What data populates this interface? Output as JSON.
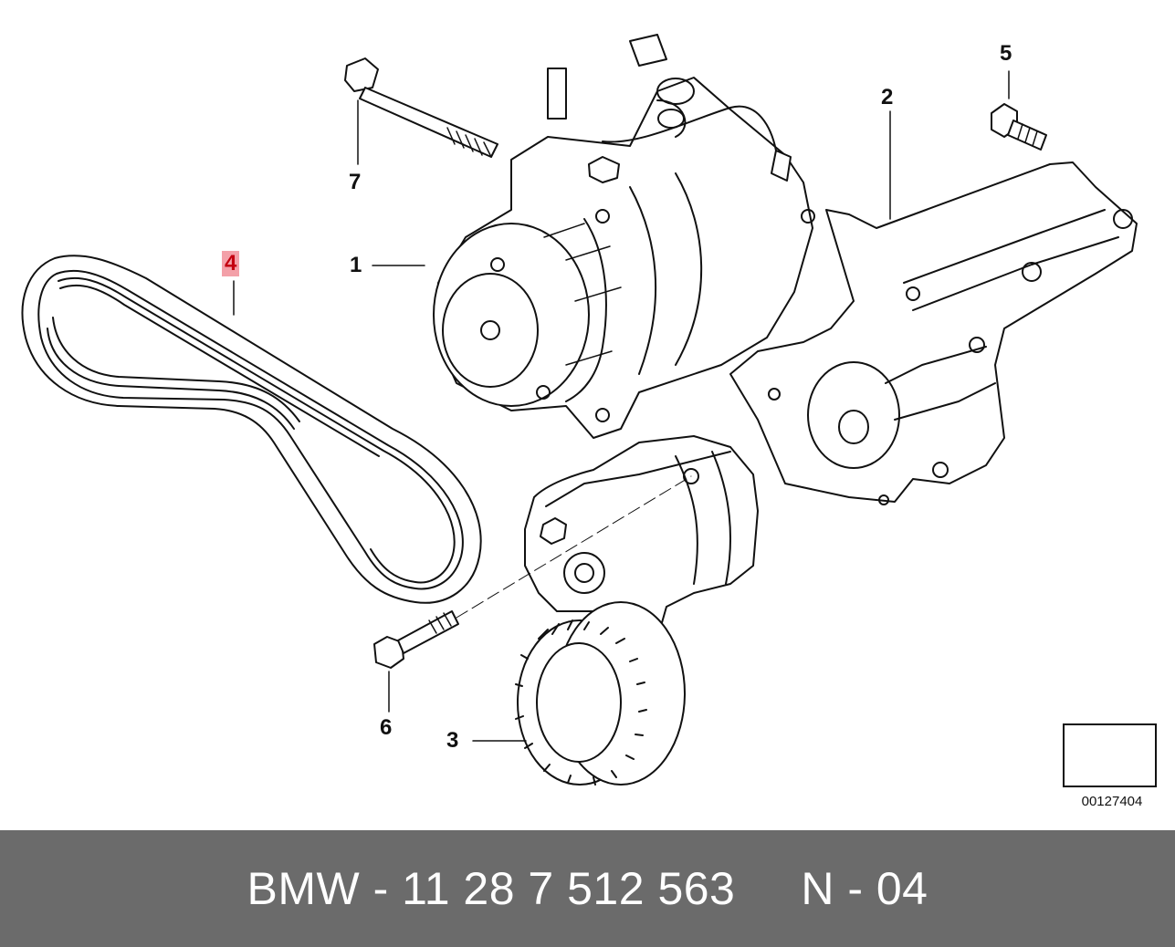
{
  "callouts": [
    {
      "id": "1",
      "label": "1"
    },
    {
      "id": "2",
      "label": "2"
    },
    {
      "id": "3",
      "label": "3"
    },
    {
      "id": "4",
      "label": "4",
      "highlighted": true
    },
    {
      "id": "5",
      "label": "5"
    },
    {
      "id": "6",
      "label": "6"
    },
    {
      "id": "7",
      "label": "7"
    }
  ],
  "parts": [
    {
      "callout": "1",
      "icon": "ac-compressor-icon"
    },
    {
      "callout": "2",
      "icon": "mounting-bracket-icon"
    },
    {
      "callout": "3",
      "icon": "belt-tensioner-icon"
    },
    {
      "callout": "4",
      "icon": "ribbed-v-belt-icon"
    },
    {
      "callout": "5",
      "icon": "hex-bolt-short-icon"
    },
    {
      "callout": "6",
      "icon": "hex-bolt-medium-icon"
    },
    {
      "callout": "7",
      "icon": "hex-bolt-long-icon"
    }
  ],
  "reference": {
    "number": "00127404",
    "icon": "direction-arrow-icon"
  },
  "footer": {
    "text": "BMW - 11 28 7 512 563     N - 04"
  },
  "colors": {
    "highlight_bg": "#f3a0a8",
    "highlight_text": "#c40010",
    "footer_bg": "#6b6b6b"
  }
}
